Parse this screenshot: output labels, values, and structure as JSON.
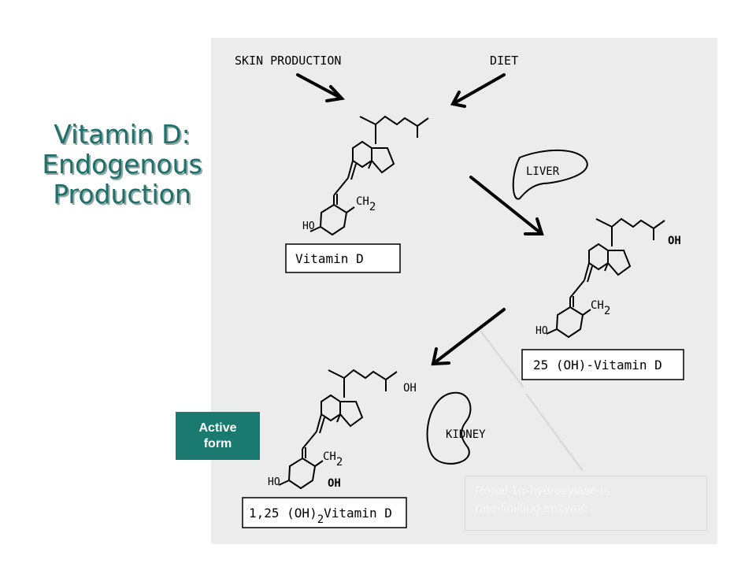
{
  "slide": {
    "title_lines": [
      "Vitamin D:",
      "Endogenous",
      "Production"
    ],
    "badge_lines": [
      "Active",
      "form"
    ],
    "note_lines": [
      "Renal 1α-hydroxylase is",
      "rate-limiting enzyme"
    ]
  },
  "diagram": {
    "skin_label": "SKIN PRODUCTION",
    "diet_label": "DIET",
    "liver_label": "LIVER",
    "kidney_label": "KIDNEY",
    "vitd_box": "Vitamin D",
    "vit25_box": "25 (OH)-Vitamin D",
    "vit125_prefix": "1,25 (OH)",
    "vit125_sub": "2",
    "vit125_suffix": "Vitamin D",
    "ch": "CH",
    "ch_sub": "2",
    "ho": "HO",
    "oh": "OH"
  }
}
